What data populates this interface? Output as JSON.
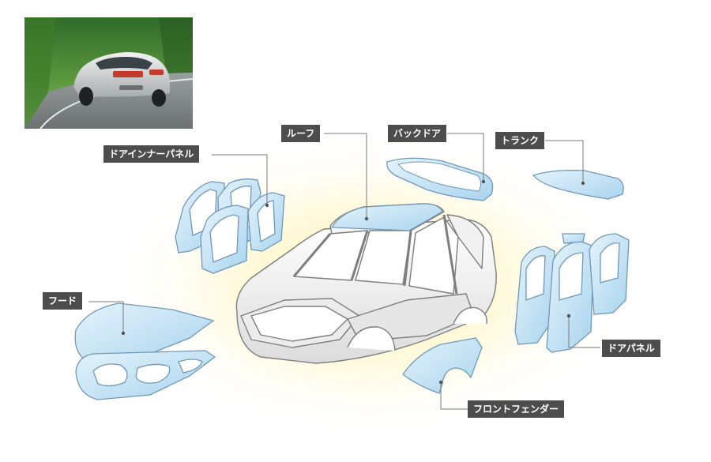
{
  "labels": {
    "roof": "ルーフ",
    "back_door": "バックドア",
    "trunk": "トランク",
    "door_inner_panel": "ドアインナーパネル",
    "hood": "フード",
    "door_panel": "ドアパネル",
    "front_fender": "フロントフェンダー"
  },
  "colors": {
    "label_bg": "#4d4d4d",
    "label_text": "#ffffff",
    "part_fill": "#cfe9f8",
    "part_edge": "#6f98b6",
    "body_fill": "#f4f4f4",
    "body_edge": "#8a8a8a",
    "glow": "#fff4b8",
    "leader": "#7a7a7a"
  },
  "photo": {
    "subject": "silver hatchback driving on a road through green foliage"
  }
}
